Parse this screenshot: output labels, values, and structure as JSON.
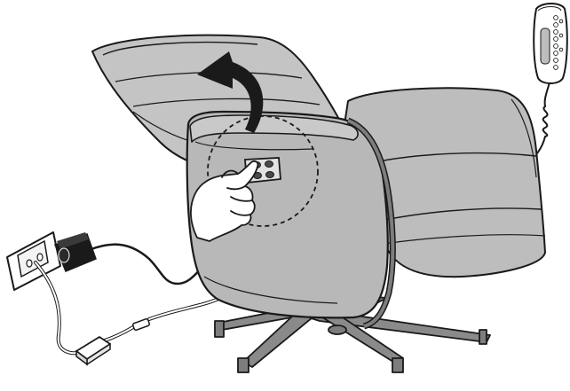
{
  "illustration": {
    "colors": {
      "chair_fill": "#bdbdbd",
      "chair_shade": "#a8a8a8",
      "outline": "#1a1a1a",
      "metal": "#7d7d7d",
      "cable_white": "#ffffff",
      "cable_black": "#1a1a1a",
      "hand_fill": "#ffffff",
      "button_fill": "#4a4a4a",
      "highlight_circle": "#1a1a1a"
    },
    "icons": [
      "recliner-chair",
      "remote-control",
      "power-adapter",
      "wall-outlet",
      "hand-pressing",
      "curved-arrow",
      "side-button-panel"
    ]
  }
}
